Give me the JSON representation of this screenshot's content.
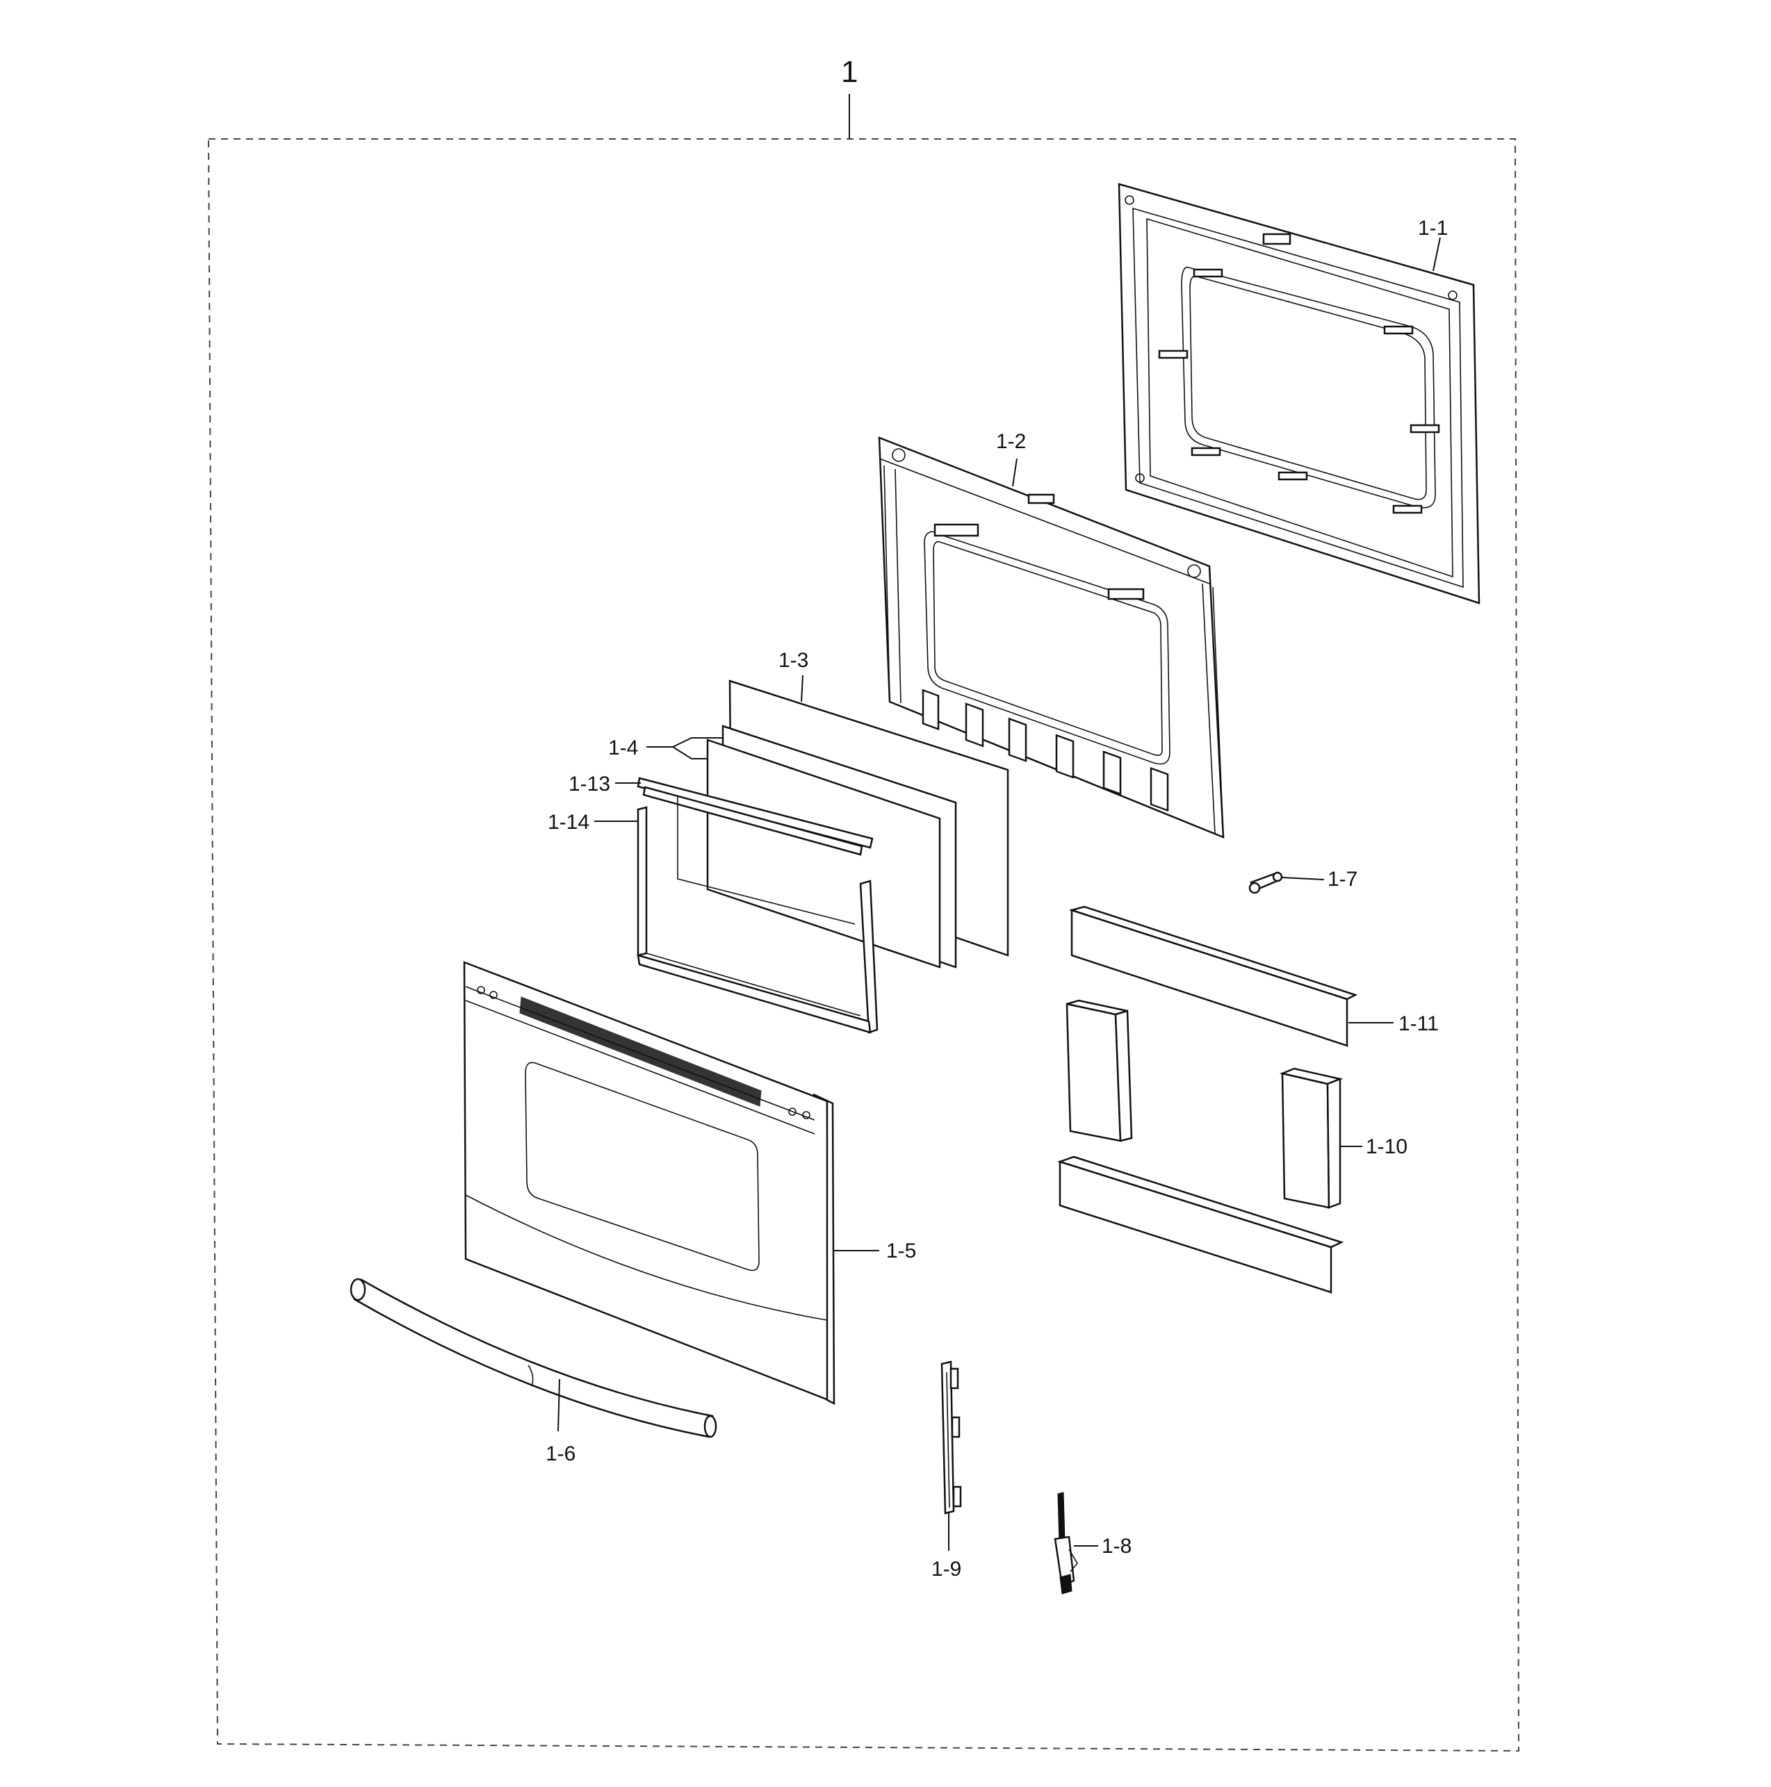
{
  "diagram": {
    "assembly_label": "1",
    "part_labels": {
      "p1_1": "1-1",
      "p1_2": "1-2",
      "p1_3": "1-3",
      "p1_4": "1-4",
      "p1_5": "1-5",
      "p1_6": "1-6",
      "p1_7": "1-7",
      "p1_8": "1-8",
      "p1_9": "1-9",
      "p1_10": "1-10",
      "p1_11": "1-11",
      "p1_13": "1-13",
      "p1_14": "1-14"
    }
  }
}
